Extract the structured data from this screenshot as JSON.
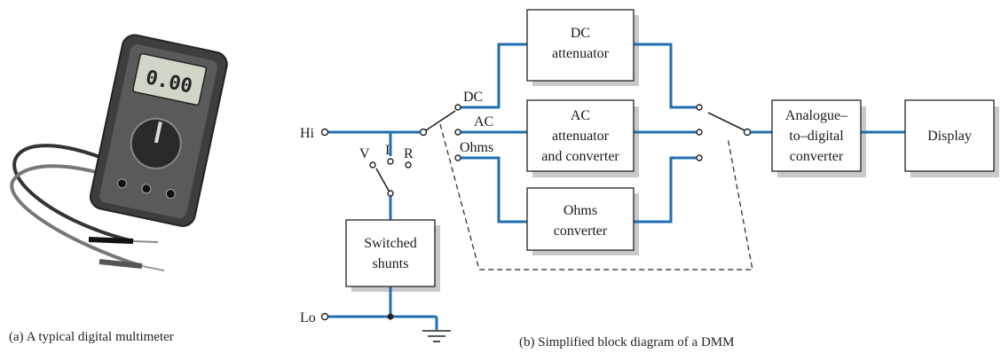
{
  "photo_caption": "(a) A typical digital multimeter",
  "diagram_caption": "(b) Simplified block diagram of a DMM",
  "meter_display": "0.00",
  "colors": {
    "wire": "#1f6fb2",
    "line": "#222222",
    "shadow": "#c9c9c9",
    "meter_body": "#4a4a4a"
  },
  "terminals": {
    "hi": "Hi",
    "lo": "Lo"
  },
  "function_switch": {
    "v": "V",
    "i": "I",
    "r": "R"
  },
  "range_switch": {
    "dc": "DC",
    "ac": "AC",
    "ohms": "Ohms"
  },
  "blocks": {
    "dc_attenuator": [
      "DC",
      "attenuator"
    ],
    "ac_converter": [
      "AC",
      "attenuator",
      "and converter"
    ],
    "ohms_converter": [
      "Ohms",
      "converter"
    ],
    "adc": [
      "Analogue–",
      "to–digital",
      "converter"
    ],
    "display": [
      "Display"
    ],
    "shunts": [
      "Switched",
      "shunts"
    ]
  }
}
